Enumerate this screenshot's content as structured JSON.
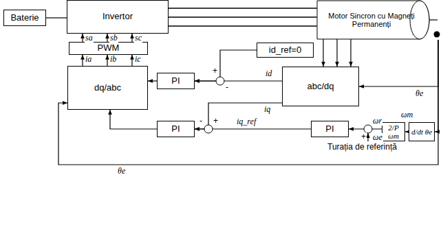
{
  "diagram": {
    "nodes": [
      {
        "text": [
          "Baterie"
        ]
      },
      {
        "text": [
          "Invertor"
        ]
      },
      {
        "text": [
          "PWM"
        ]
      },
      {
        "text": [
          "dq/abc"
        ]
      },
      {
        "text": [
          "PI"
        ]
      },
      {
        "text": [
          "id_ref=0"
        ]
      },
      {
        "text": [
          "abc/dq"
        ]
      },
      {
        "text": [
          "PI"
        ]
      },
      {
        "text": [
          "PI"
        ]
      },
      {
        "text": [
          "2/P ωm"
        ]
      },
      {
        "text": [
          "d/dt θe"
        ]
      },
      {
        "text": [
          "Motor Sincron cu Magneți Permanenți"
        ]
      }
    ],
    "edges": [
      {
        "from": 0,
        "to": 1,
        "arrow": "none"
      },
      {
        "from": 1,
        "to": 11,
        "arrow": "none"
      },
      {
        "from": 1,
        "to": 11,
        "arrow": "none"
      },
      {
        "from": 1,
        "to": 11,
        "arrow": "none"
      },
      {
        "from": 1,
        "to": 6,
        "arrow": "to"
      },
      {
        "from": 1,
        "to": 6,
        "arrow": "to"
      },
      {
        "from": 1,
        "to": 6,
        "arrow": "to"
      },
      {
        "from": 3,
        "to": 2,
        "arrow": "to"
      },
      {
        "from": 3,
        "to": 2,
        "arrow": "to"
      },
      {
        "from": 3,
        "to": 2,
        "arrow": "to"
      },
      {
        "from": 2,
        "to": 1,
        "arrow": "to"
      },
      {
        "from": 2,
        "to": 1,
        "arrow": "to"
      },
      {
        "from": 2,
        "to": 1,
        "arrow": "to"
      },
      {
        "from": 4,
        "to": 3,
        "arrow": "to"
      },
      {
        "from": 5,
        "to": 4,
        "arrow": "to"
      },
      {
        "from": 6,
        "to": 4,
        "arrow": "to"
      },
      {
        "from": 6,
        "to": 7,
        "arrow": "to"
      },
      {
        "from": 8,
        "to": 7,
        "arrow": "to"
      },
      {
        "from": 7,
        "to": 3,
        "arrow": "to"
      },
      {
        "from": 9,
        "to": 8,
        "arrow": "to"
      },
      {
        "from": 10,
        "to": 9,
        "arrow": "to"
      },
      {
        "from": 11,
        "to": 6,
        "arrow": "to"
      },
      {
        "from": 11,
        "to": 10,
        "arrow": "to"
      },
      {
        "from": 11,
        "to": 3,
        "arrow": "to"
      }
    ],
    "labels": [
      "sa",
      "sb",
      "sc",
      "ia",
      "ib",
      "ic",
      "+",
      "-",
      "id",
      "iq",
      "-",
      "+",
      "iq_ref",
      "ωr",
      "+",
      "ωe",
      "Turația de referință",
      "ωm",
      "θe",
      "θe"
    ]
  }
}
